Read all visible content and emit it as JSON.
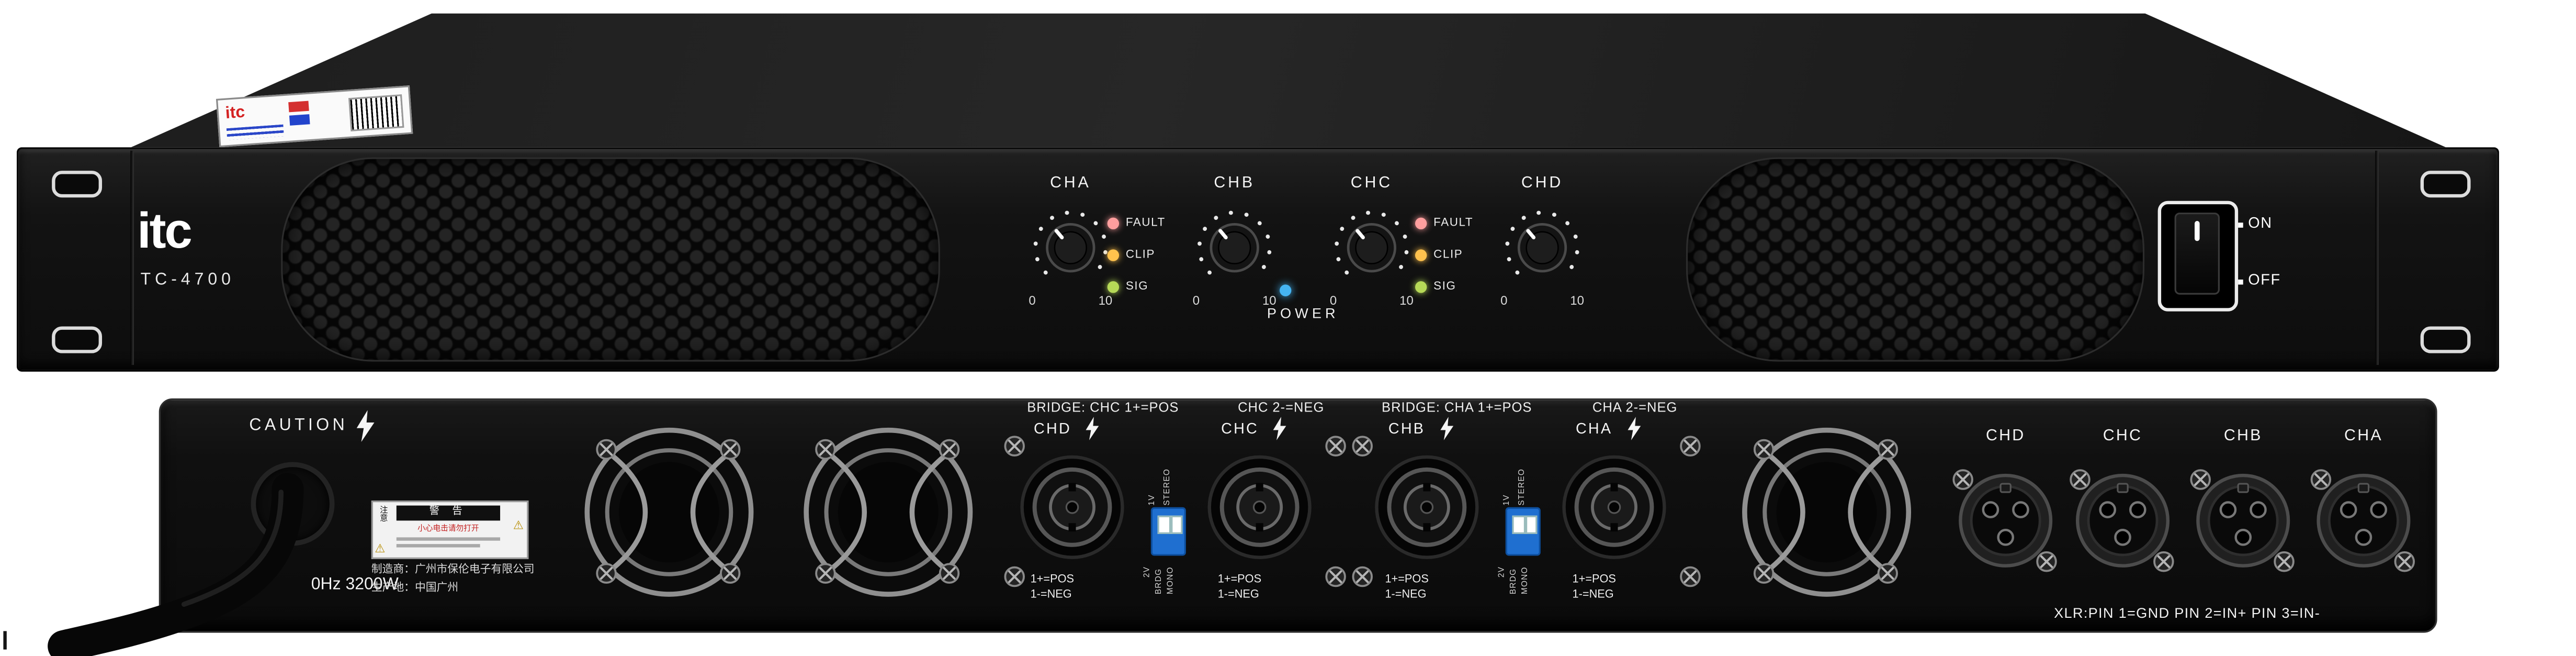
{
  "front": {
    "brand": "itc",
    "model": "TC-4700",
    "channels": [
      "CHA",
      "CHB",
      "CHC",
      "CHD"
    ],
    "knob_scale": {
      "min": "0",
      "max": "10"
    },
    "leds": [
      "FAULT",
      "CLIP",
      "SIG"
    ],
    "power_label": "POWER",
    "switch": {
      "on": "ON",
      "off": "OFF"
    },
    "led_colors": {
      "fault": "#ff9e9e",
      "clip": "#ffc24d",
      "sig": "#b6d957",
      "power": "#45b4f2"
    }
  },
  "top_sticker": {
    "brand": "itc"
  },
  "rear": {
    "caution": "CAUTION",
    "power_rating": "0Hz 3200W",
    "warning": {
      "side": "注意",
      "title": "警 告",
      "line": "小心电击请勿打开"
    },
    "manufacturer_line1": "制造商：广州市保伦电子有限公司",
    "manufacturer_line2": "生产地：中国广州",
    "bridge_groups": [
      {
        "header_left": "BRIDGE: CHC 1+=POS",
        "header_right": "CHC 2-=NEG",
        "left_channel": "CHD",
        "right_channel": "CHC",
        "pos": "1+=POS",
        "neg": "1-=NEG"
      },
      {
        "header_left": "BRIDGE: CHA 1+=POS",
        "header_right": "CHA 2-=NEG",
        "left_channel": "CHB",
        "right_channel": "CHA",
        "pos": "1+=POS",
        "neg": "1-=NEG"
      }
    ],
    "dip_labels": {
      "top1": "1V",
      "top2": "STEREO",
      "bottom1": "2V",
      "bottom2": "BRDG",
      "bottom3": "MONO"
    },
    "xlr_channels": [
      "CHD",
      "CHC",
      "CHB",
      "CHA"
    ],
    "xlr_note": "XLR:PIN 1=GND PIN 2=IN+ PIN 3=IN-"
  }
}
